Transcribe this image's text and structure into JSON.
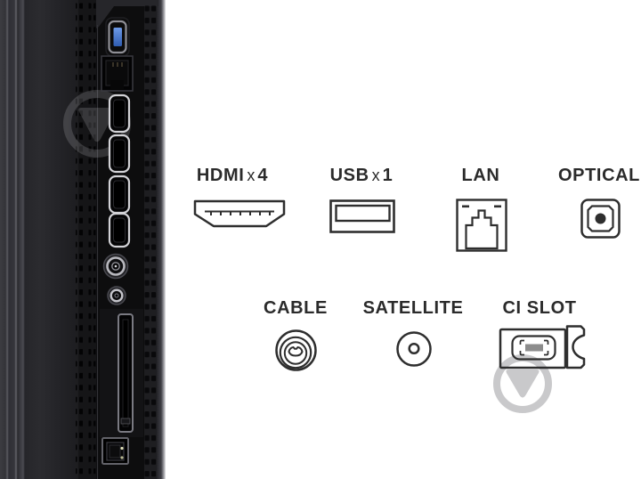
{
  "page": {
    "background": "#ffffff",
    "colors": {
      "label_text": "#2b2b2b",
      "icon_stroke": "#2e2e2e",
      "usb_accent": "#4a78d0",
      "watermark": "#c9c9cb",
      "tv_panel_dark": "#1a1a1c"
    }
  },
  "legend": {
    "row1": [
      {
        "id": "hdmi",
        "label": "HDMI",
        "times": "x",
        "count": "4"
      },
      {
        "id": "usb",
        "label": "USB",
        "times": "x",
        "count": "1"
      },
      {
        "id": "lan",
        "label": "LAN",
        "times": "",
        "count": ""
      },
      {
        "id": "optical",
        "label": "OPTICAL",
        "times": "",
        "count": ""
      }
    ],
    "row2": [
      {
        "id": "cable",
        "label": "CABLE"
      },
      {
        "id": "satellite",
        "label": "SATELLITE"
      },
      {
        "id": "ci",
        "label": "CI SLOT"
      }
    ]
  }
}
